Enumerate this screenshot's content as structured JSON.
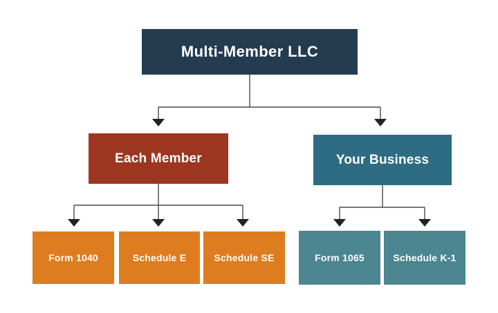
{
  "diagram": {
    "title": "Multi-Member LLC tax flow diagram",
    "root": {
      "label": "Multi-Member LLC",
      "color": "#253b50"
    },
    "branches": [
      {
        "label": "Each Member",
        "color": "#9d3620",
        "child_color": "#dd7d20",
        "children": [
          {
            "label": "Form 1040"
          },
          {
            "label": "Schedule E"
          },
          {
            "label": "Schedule SE"
          }
        ]
      },
      {
        "label": "Your Business",
        "color": "#2e6c84",
        "child_color": "#4b8691",
        "children": [
          {
            "label": "Form 1065"
          },
          {
            "label": "Schedule K-1"
          }
        ]
      }
    ],
    "connector_color": "#4a4a4a",
    "arrow_color": "#222222",
    "background_color": "#ffffff"
  }
}
